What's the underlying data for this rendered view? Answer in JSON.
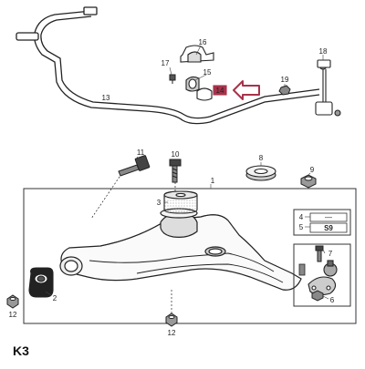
{
  "diagram": {
    "caption": "K3",
    "highlight_color": "#a8324a",
    "callouts": {
      "c1": "1",
      "c2": "2",
      "c3": "3",
      "c4": "4",
      "c5": "5",
      "c6": "6",
      "c7": "7",
      "c8": "8",
      "c9": "9",
      "c11": "11",
      "c12a": "12",
      "c12b": "12",
      "c13": "13",
      "c14": "14",
      "c15": "15",
      "c16": "16",
      "c17": "17",
      "c18": "18",
      "c19": "19"
    },
    "legend_box": {
      "row1": "—",
      "row2": "S9"
    }
  }
}
